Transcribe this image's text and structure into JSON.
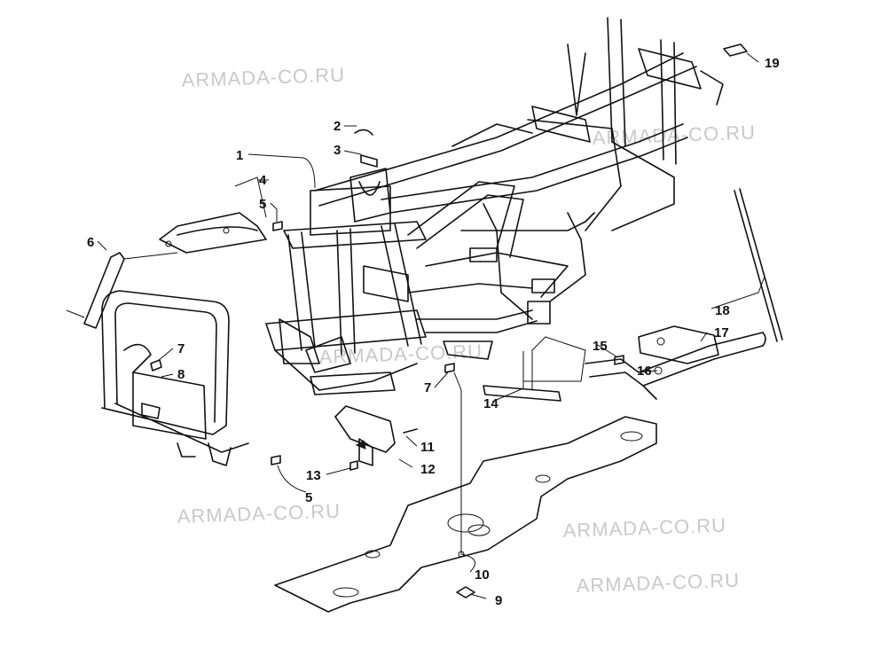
{
  "watermark": {
    "text": "ARMADA-CO.RU"
  },
  "callouts": [
    {
      "id": "1",
      "label": "1"
    },
    {
      "id": "2",
      "label": "2"
    },
    {
      "id": "3",
      "label": "3"
    },
    {
      "id": "4",
      "label": "4"
    },
    {
      "id": "5a",
      "label": "5"
    },
    {
      "id": "5b",
      "label": "5"
    },
    {
      "id": "6",
      "label": "6"
    },
    {
      "id": "7a",
      "label": "7"
    },
    {
      "id": "7b",
      "label": "7"
    },
    {
      "id": "8",
      "label": "8"
    },
    {
      "id": "9",
      "label": "9"
    },
    {
      "id": "10",
      "label": "10"
    },
    {
      "id": "11",
      "label": "11"
    },
    {
      "id": "12",
      "label": "12"
    },
    {
      "id": "13",
      "label": "13"
    },
    {
      "id": "14",
      "label": "14"
    },
    {
      "id": "15",
      "label": "15"
    },
    {
      "id": "16",
      "label": "16"
    },
    {
      "id": "17",
      "label": "17"
    },
    {
      "id": "18",
      "label": "18"
    },
    {
      "id": "19",
      "label": "19"
    }
  ]
}
